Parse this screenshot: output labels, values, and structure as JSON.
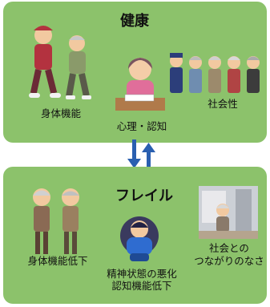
{
  "top": {
    "title": "健康",
    "labels": {
      "physical": "身体機能",
      "mental": "心理・認知",
      "social": "社会性"
    }
  },
  "bottom": {
    "title": "フレイル",
    "labels": {
      "physical_decline": "身体機能低下",
      "mental_line1": "精神状態の悪化",
      "mental_line2": "認知機能低下",
      "social_line1": "社会との",
      "social_line2": "つながりのなさ"
    }
  },
  "colors": {
    "panel": "#8cc26b",
    "arrow": "#2a5fb0"
  }
}
